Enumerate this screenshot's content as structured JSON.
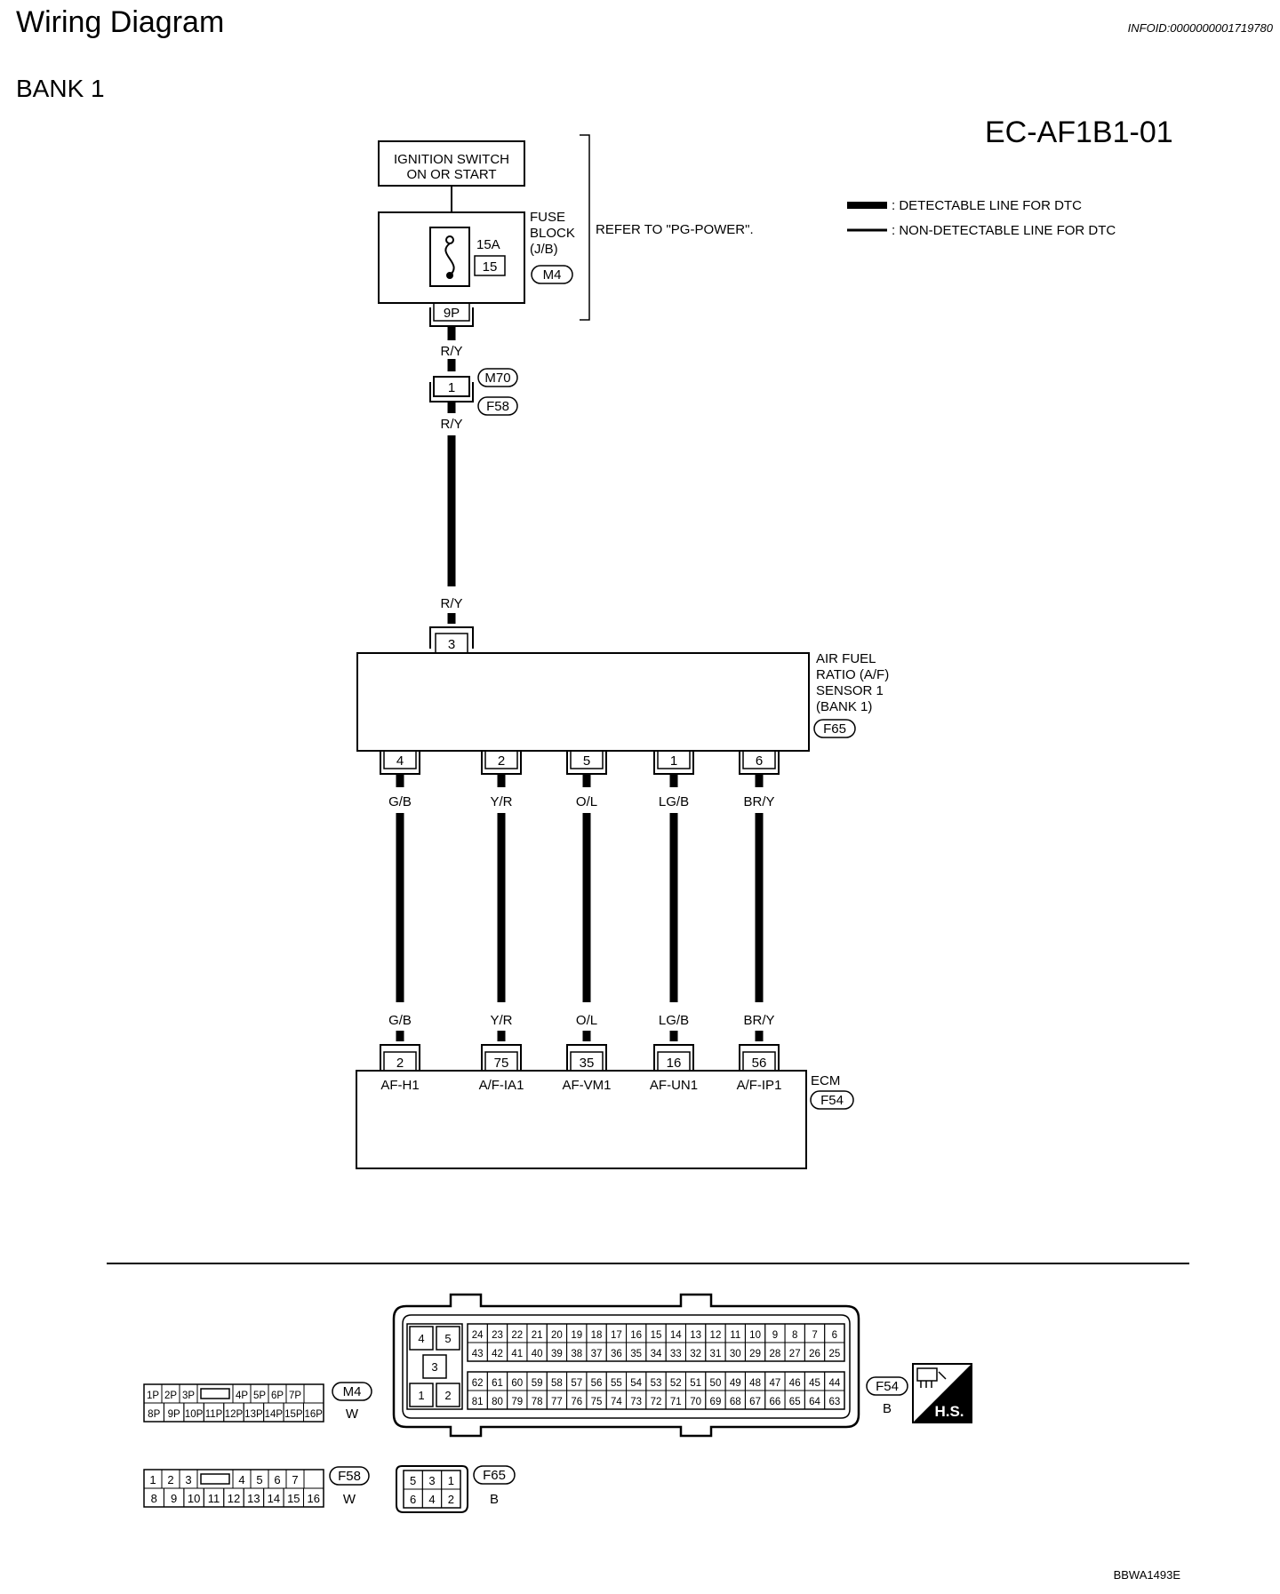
{
  "header": {
    "title": "Wiring Diagram",
    "bank": "BANK 1",
    "infoid": "INFOID:0000000001719780",
    "diagram_id": "EC-AF1B1-01"
  },
  "legend": {
    "detectable": ": DETECTABLE LINE FOR DTC",
    "non_detectable": ": NON-DETECTABLE LINE FOR DTC"
  },
  "ignition": {
    "line1": "IGNITION SWITCH",
    "line2": "ON OR START"
  },
  "fuse_block": {
    "label1": "FUSE",
    "label2": "BLOCK",
    "label3": "(J/B)",
    "amps": "15A",
    "fuse_no": "15",
    "connector": "M4",
    "terminal": "9P",
    "refer": "REFER TO \"PG-POWER\"."
  },
  "joint": {
    "terminal": "1",
    "conn_top": "M70",
    "conn_bottom": "F58"
  },
  "power_wire": {
    "color": "R/Y"
  },
  "sensor": {
    "label1": "AIR FUEL",
    "label2": "RATIO (A/F)",
    "label3": "SENSOR 1",
    "label4": "(BANK 1)",
    "connector": "F65",
    "power_terminal": "3"
  },
  "wires": [
    {
      "sensor_pin": "4",
      "color": "G/B",
      "ecm_pin": "2",
      "ecm_name": "AF-H1"
    },
    {
      "sensor_pin": "2",
      "color": "Y/R",
      "ecm_pin": "75",
      "ecm_name": "A/F-IA1"
    },
    {
      "sensor_pin": "5",
      "color": "O/L",
      "ecm_pin": "35",
      "ecm_name": "AF-VM1"
    },
    {
      "sensor_pin": "1",
      "color": "LG/B",
      "ecm_pin": "16",
      "ecm_name": "AF-UN1"
    },
    {
      "sensor_pin": "6",
      "color": "BR/Y",
      "ecm_pin": "56",
      "ecm_name": "A/F-IP1"
    }
  ],
  "ecm": {
    "label": "ECM",
    "connector": "F54"
  },
  "connectors": {
    "m4": {
      "id": "M4",
      "color": "W",
      "row1": [
        "1P",
        "2P",
        "3P",
        "",
        "4P",
        "5P",
        "6P",
        "7P"
      ],
      "row2": [
        "8P",
        "9P",
        "10P",
        "11P",
        "12P",
        "13P",
        "14P",
        "15P",
        "16P"
      ]
    },
    "f58": {
      "id": "F58",
      "color": "W",
      "row1": [
        "1",
        "2",
        "3",
        "",
        "4",
        "5",
        "6",
        "7"
      ],
      "row2": [
        "8",
        "9",
        "10",
        "11",
        "12",
        "13",
        "14",
        "15",
        "16"
      ]
    },
    "f65": {
      "id": "F65",
      "color": "B",
      "row1": [
        "5",
        "3",
        "1"
      ],
      "row2": [
        "6",
        "4",
        "2"
      ]
    },
    "f54": {
      "id": "F54",
      "color": "B",
      "left": [
        "4",
        "5",
        "3",
        "1",
        "2"
      ],
      "row1": [
        "24",
        "23",
        "22",
        "21",
        "20",
        "19",
        "18",
        "17",
        "16",
        "15",
        "14",
        "13",
        "12",
        "11",
        "10",
        "9",
        "8",
        "7",
        "6"
      ],
      "row2": [
        "43",
        "42",
        "41",
        "40",
        "39",
        "38",
        "37",
        "36",
        "35",
        "34",
        "33",
        "32",
        "31",
        "30",
        "29",
        "28",
        "27",
        "26",
        "25"
      ],
      "row3": [
        "62",
        "61",
        "60",
        "59",
        "58",
        "57",
        "56",
        "55",
        "54",
        "53",
        "52",
        "51",
        "50",
        "49",
        "48",
        "47",
        "46",
        "45",
        "44"
      ],
      "row4": [
        "81",
        "80",
        "79",
        "78",
        "77",
        "76",
        "75",
        "74",
        "73",
        "72",
        "71",
        "70",
        "69",
        "68",
        "67",
        "66",
        "65",
        "64",
        "63"
      ]
    },
    "hs_badge": "H.S."
  },
  "footer_code": "BBWA1493E"
}
